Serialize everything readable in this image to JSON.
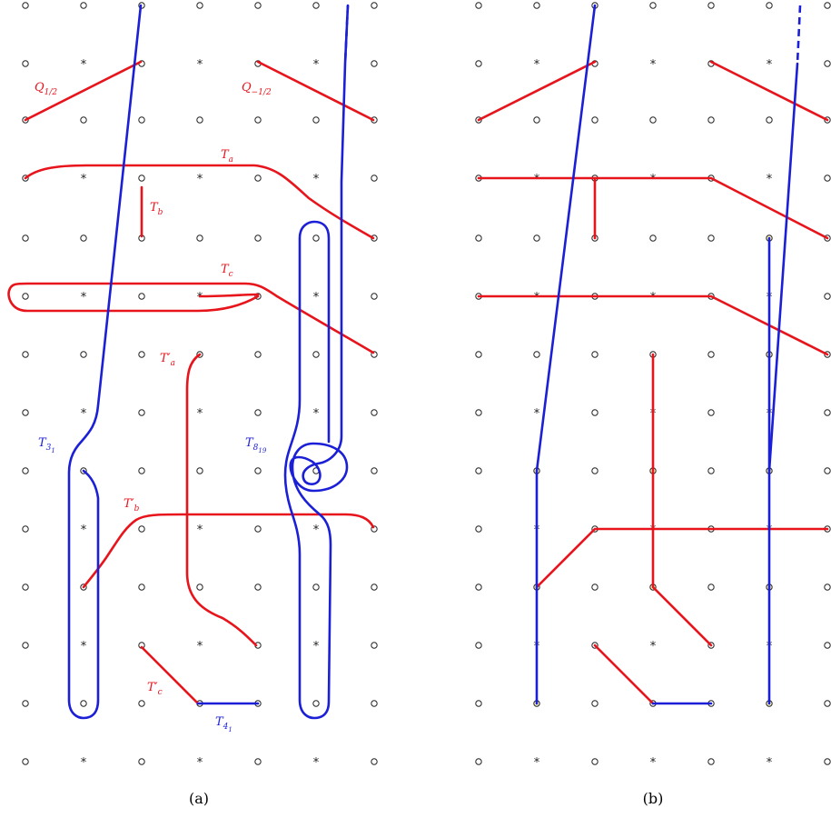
{
  "colors": {
    "red": "#e8141c",
    "blue": "#1b1fd6",
    "node": "#ffffff",
    "node_filled": "#fff6b8",
    "ink": "#222222"
  },
  "panel_a": {
    "caption": "(a)",
    "labels": {
      "q_half": {
        "base": "Q",
        "sub": "1/2"
      },
      "q_neg_half": {
        "base": "Q",
        "sub": "−1/2"
      },
      "ta": {
        "base": "T",
        "sub": "a"
      },
      "tb": {
        "base": "T",
        "sub": "b"
      },
      "tc": {
        "base": "T",
        "sub": "c"
      },
      "ta_prime": {
        "base": "T′",
        "sub": "a"
      },
      "tb_prime": {
        "base": "T′",
        "sub": "b"
      },
      "tc_prime": {
        "base": "T′",
        "sub": "c"
      },
      "t3_1": {
        "base": "T",
        "sub": "3",
        "subsub": "1"
      },
      "t8_19": {
        "base": "T",
        "sub": "8",
        "subsub": "19"
      },
      "t4_1": {
        "base": "T",
        "sub": "4",
        "subsub": "1"
      }
    }
  },
  "panel_b": {
    "caption": "(b)"
  }
}
